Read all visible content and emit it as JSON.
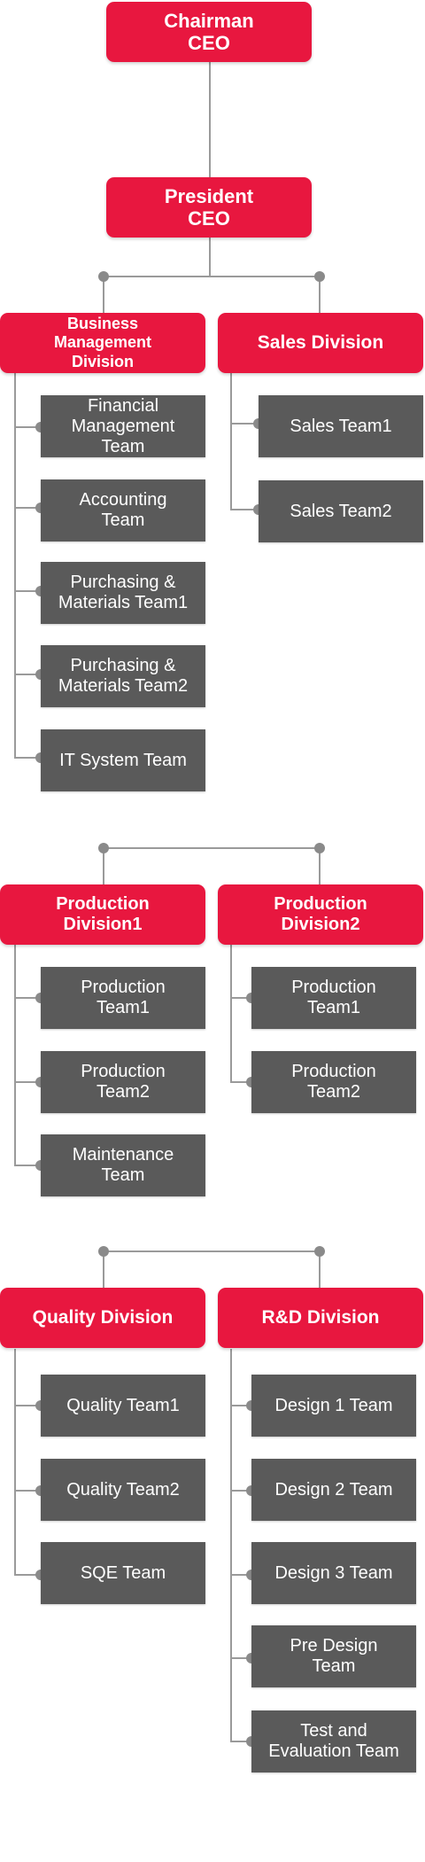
{
  "top": {
    "chairman": "Chairman\nCEO",
    "president": "President\nCEO"
  },
  "divisions": {
    "business": {
      "title": "Business\nManagement\nDivision",
      "teams": [
        "Financial\nManagement\nTeam",
        "Accounting\nTeam",
        "Purchasing &\nMaterials Team1",
        "Purchasing &\nMaterials Team2",
        "IT System Team"
      ]
    },
    "sales": {
      "title": "Sales Division",
      "teams": [
        "Sales Team1",
        "Sales Team2"
      ]
    },
    "production1": {
      "title": "Production\nDivision1",
      "teams": [
        "Production\nTeam1",
        "Production\nTeam2",
        "Maintenance\nTeam"
      ]
    },
    "production2": {
      "title": "Production\nDivision2",
      "teams": [
        "Production\nTeam1",
        "Production\nTeam2"
      ]
    },
    "quality": {
      "title": "Quality Division",
      "teams": [
        "Quality Team1",
        "Quality Team2",
        "SQE Team"
      ]
    },
    "rnd": {
      "title": "R&D Division",
      "teams": [
        "Design 1 Team",
        "Design 2 Team",
        "Design 3 Team",
        "Pre Design\nTeam",
        "Test and\nEvaluation Team"
      ]
    }
  },
  "colors": {
    "division_box": "#e8173f",
    "team_box": "#5a5a5a",
    "connector": "#9a9a9a",
    "connector_dot": "#8a8a8a"
  }
}
